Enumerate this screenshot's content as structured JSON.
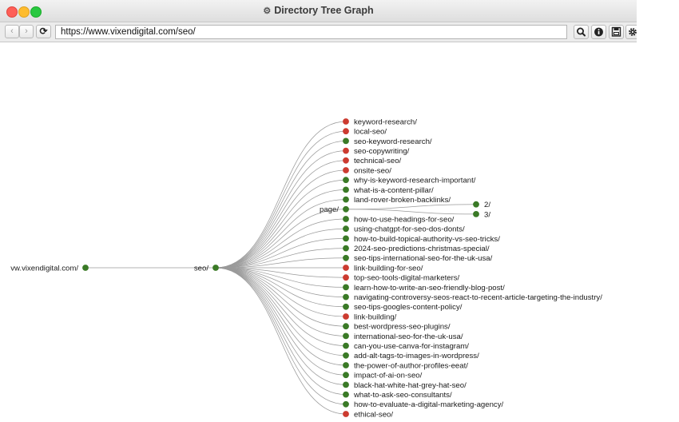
{
  "window": {
    "title": "Directory Tree Graph",
    "title_icon": "directory-tree-icon"
  },
  "toolbar": {
    "url": "https://www.vixendigital.com/seo/",
    "back_icon": "chevron-left-icon",
    "forward_icon": "chevron-right-icon",
    "reload_icon": "reload-icon",
    "search_icon": "search-icon",
    "info_icon": "info-icon",
    "save_icon": "save-icon",
    "settings_icon": "gear-icon"
  },
  "colors": {
    "green_node": "#3a7a26",
    "red_node": "#cc3b30",
    "edge": "#9a9a9a"
  },
  "tree": {
    "root": {
      "label": "vw.vixendigital.com/",
      "status": "green"
    },
    "seo": {
      "label": "seo/",
      "status": "green"
    },
    "children": [
      {
        "label": "keyword-research/",
        "status": "red"
      },
      {
        "label": "local-seo/",
        "status": "red"
      },
      {
        "label": "seo-keyword-research/",
        "status": "green"
      },
      {
        "label": "seo-copywriting/",
        "status": "red"
      },
      {
        "label": "technical-seo/",
        "status": "red"
      },
      {
        "label": "onsite-seo/",
        "status": "red"
      },
      {
        "label": "why-is-keyword-research-important/",
        "status": "green"
      },
      {
        "label": "what-is-a-content-pillar/",
        "status": "green"
      },
      {
        "label": "land-rover-broken-backlinks/",
        "status": "green"
      },
      {
        "label": "page/",
        "status": "green",
        "label_side": "left",
        "children": [
          {
            "label": "2/",
            "status": "green"
          },
          {
            "label": "3/",
            "status": "green"
          }
        ]
      },
      {
        "label": "how-to-use-headings-for-seo/",
        "status": "green"
      },
      {
        "label": "using-chatgpt-for-seo-dos-donts/",
        "status": "green"
      },
      {
        "label": "how-to-build-topical-authority-vs-seo-tricks/",
        "status": "green"
      },
      {
        "label": "2024-seo-predictions-christmas-special/",
        "status": "green"
      },
      {
        "label": "seo-tips-international-seo-for-the-uk-usa/",
        "status": "green"
      },
      {
        "label": "link-building-for-seo/",
        "status": "red"
      },
      {
        "label": "top-seo-tools-digital-marketers/",
        "status": "red"
      },
      {
        "label": "learn-how-to-write-an-seo-friendly-blog-post/",
        "status": "green"
      },
      {
        "label": "navigating-controversy-seos-react-to-recent-article-targeting-the-industry/",
        "status": "green"
      },
      {
        "label": "seo-tips-googles-content-policy/",
        "status": "green"
      },
      {
        "label": "link-building/",
        "status": "red"
      },
      {
        "label": "best-wordpress-seo-plugins/",
        "status": "green"
      },
      {
        "label": "international-seo-for-the-uk-usa/",
        "status": "green"
      },
      {
        "label": "can-you-use-canva-for-instagram/",
        "status": "green"
      },
      {
        "label": "add-alt-tags-to-images-in-wordpress/",
        "status": "green"
      },
      {
        "label": "the-power-of-author-profiles-eeat/",
        "status": "green"
      },
      {
        "label": "impact-of-ai-on-seo/",
        "status": "green"
      },
      {
        "label": "black-hat-white-hat-grey-hat-seo/",
        "status": "green"
      },
      {
        "label": "what-to-ask-seo-consultants/",
        "status": "green"
      },
      {
        "label": "how-to-evaluate-a-digital-marketing-agency/",
        "status": "green"
      },
      {
        "label": "ethical-seo/",
        "status": "red"
      }
    ]
  }
}
